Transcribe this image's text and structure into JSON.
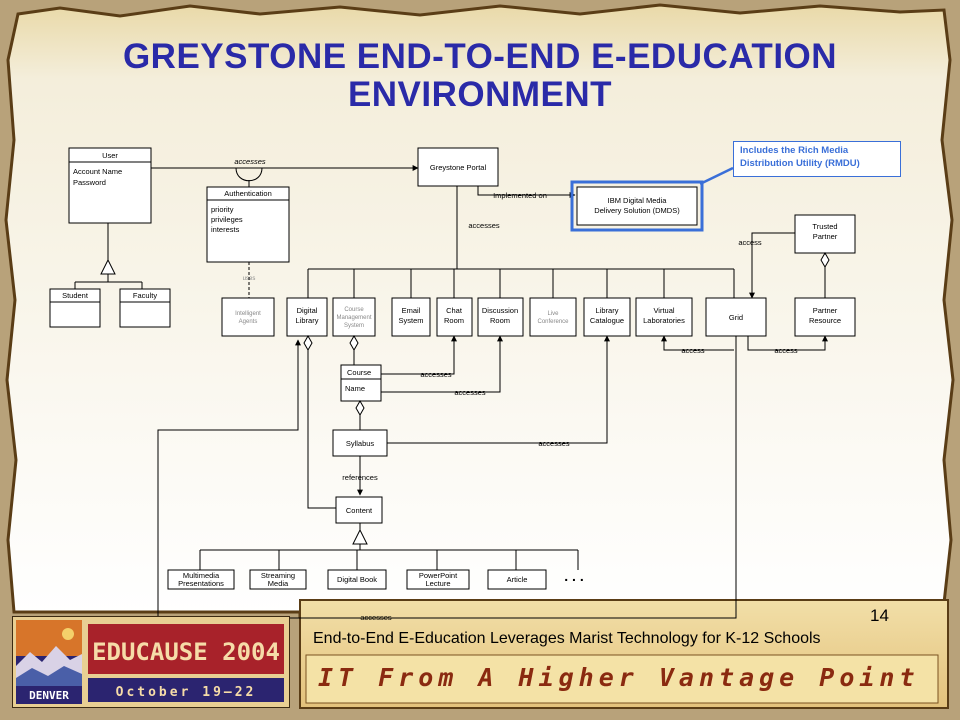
{
  "slide": {
    "title_line1": "GREYSTONE END-TO-END E-EDUCATION",
    "title_line2": "ENVIRONMENT",
    "page_number": "14",
    "footer_text": "End-to-End E-Education Leverages Marist Technology for K-12 Schools",
    "callout_text": "Includes the Rich Media Distribution Utility (RMDU)",
    "tagline": "IT From A Higher Vantage Point"
  },
  "logo": {
    "city": "DENVER",
    "event": "EDUCAUSE 2004",
    "dates": "October 19–22"
  },
  "diagram": {
    "user": {
      "title": "User",
      "attrs": [
        "Account Name",
        "Password"
      ]
    },
    "authentication": {
      "title": "Authentication",
      "attrs": [
        "priority",
        "privileges",
        "interests"
      ]
    },
    "student": "Student",
    "faculty": "Faculty",
    "greystone_portal": "Greystone Portal",
    "ibm_line1": "IBM Digital Media",
    "ibm_line2": "Delivery Solution (DMDS)",
    "intelligent_agents": [
      "Intelligent",
      "Agents"
    ],
    "digital_library": [
      "Digital",
      "Library"
    ],
    "course_mgmt": [
      "Course",
      "Management",
      "System"
    ],
    "email_system": [
      "Email",
      "System"
    ],
    "chat_room": [
      "Chat",
      "Room"
    ],
    "discussion_room": [
      "Discussion",
      "Room"
    ],
    "live_conference": [
      "Live",
      "Conference"
    ],
    "library_catalogue": [
      "Library",
      "Catalogue"
    ],
    "virtual_labs": [
      "Virtual",
      "Laboratories"
    ],
    "grid": "Grid",
    "trusted_partner": [
      "Trusted",
      "Partner"
    ],
    "partner_resource": [
      "Partner",
      "Resource"
    ],
    "course": {
      "title": "Course",
      "attr": "Name"
    },
    "syllabus": "Syllabus",
    "content": "Content",
    "content_types": [
      [
        "Multimedia",
        "Presentations"
      ],
      [
        "Streaming",
        "Media"
      ],
      [
        "Digital Book"
      ],
      [
        "PowerPoint",
        "Lecture"
      ],
      [
        "Article"
      ]
    ],
    "ellipsis": ". . .",
    "labels": {
      "accesses": "accesses",
      "access": "access",
      "implemented_on": "Implemented on",
      "uses": "uses",
      "references": "references"
    }
  },
  "colors": {
    "title": "#2a2aa8",
    "callout": "#3a6fd8",
    "border_dark": "#3b2a12",
    "footer_accent": "#8a2a10"
  }
}
